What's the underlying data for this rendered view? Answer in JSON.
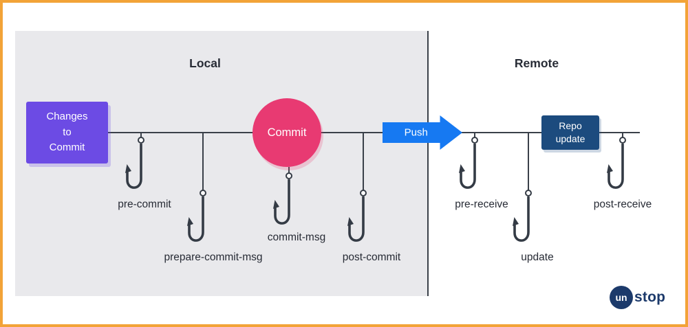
{
  "titles": {
    "local": "Local",
    "remote": "Remote"
  },
  "changes_box": {
    "lines": [
      "Changes",
      "to",
      "Commit"
    ]
  },
  "commit": {
    "label": "Commit"
  },
  "push": {
    "label": "Push"
  },
  "repo_box": {
    "lines": [
      "Repo",
      "update"
    ]
  },
  "hooks": [
    {
      "label": "pre-commit"
    },
    {
      "label": "prepare-commit-msg"
    },
    {
      "label": "commit-msg"
    },
    {
      "label": "post-commit"
    },
    {
      "label": "pre-receive"
    },
    {
      "label": "update"
    },
    {
      "label": "post-receive"
    }
  ],
  "logo": {
    "circle": "un",
    "text": "stop"
  },
  "colors": {
    "frame_border": "#F2A338",
    "local_panel": "#E9E9EC",
    "changes_box": "#6C4BE4",
    "commit_circle": "#E83A72",
    "push_arrow": "#1679F2",
    "repo_box": "#1C4B7E",
    "hook": "#343B45",
    "line": "#3A4049",
    "logo": "#1C3A6B"
  }
}
